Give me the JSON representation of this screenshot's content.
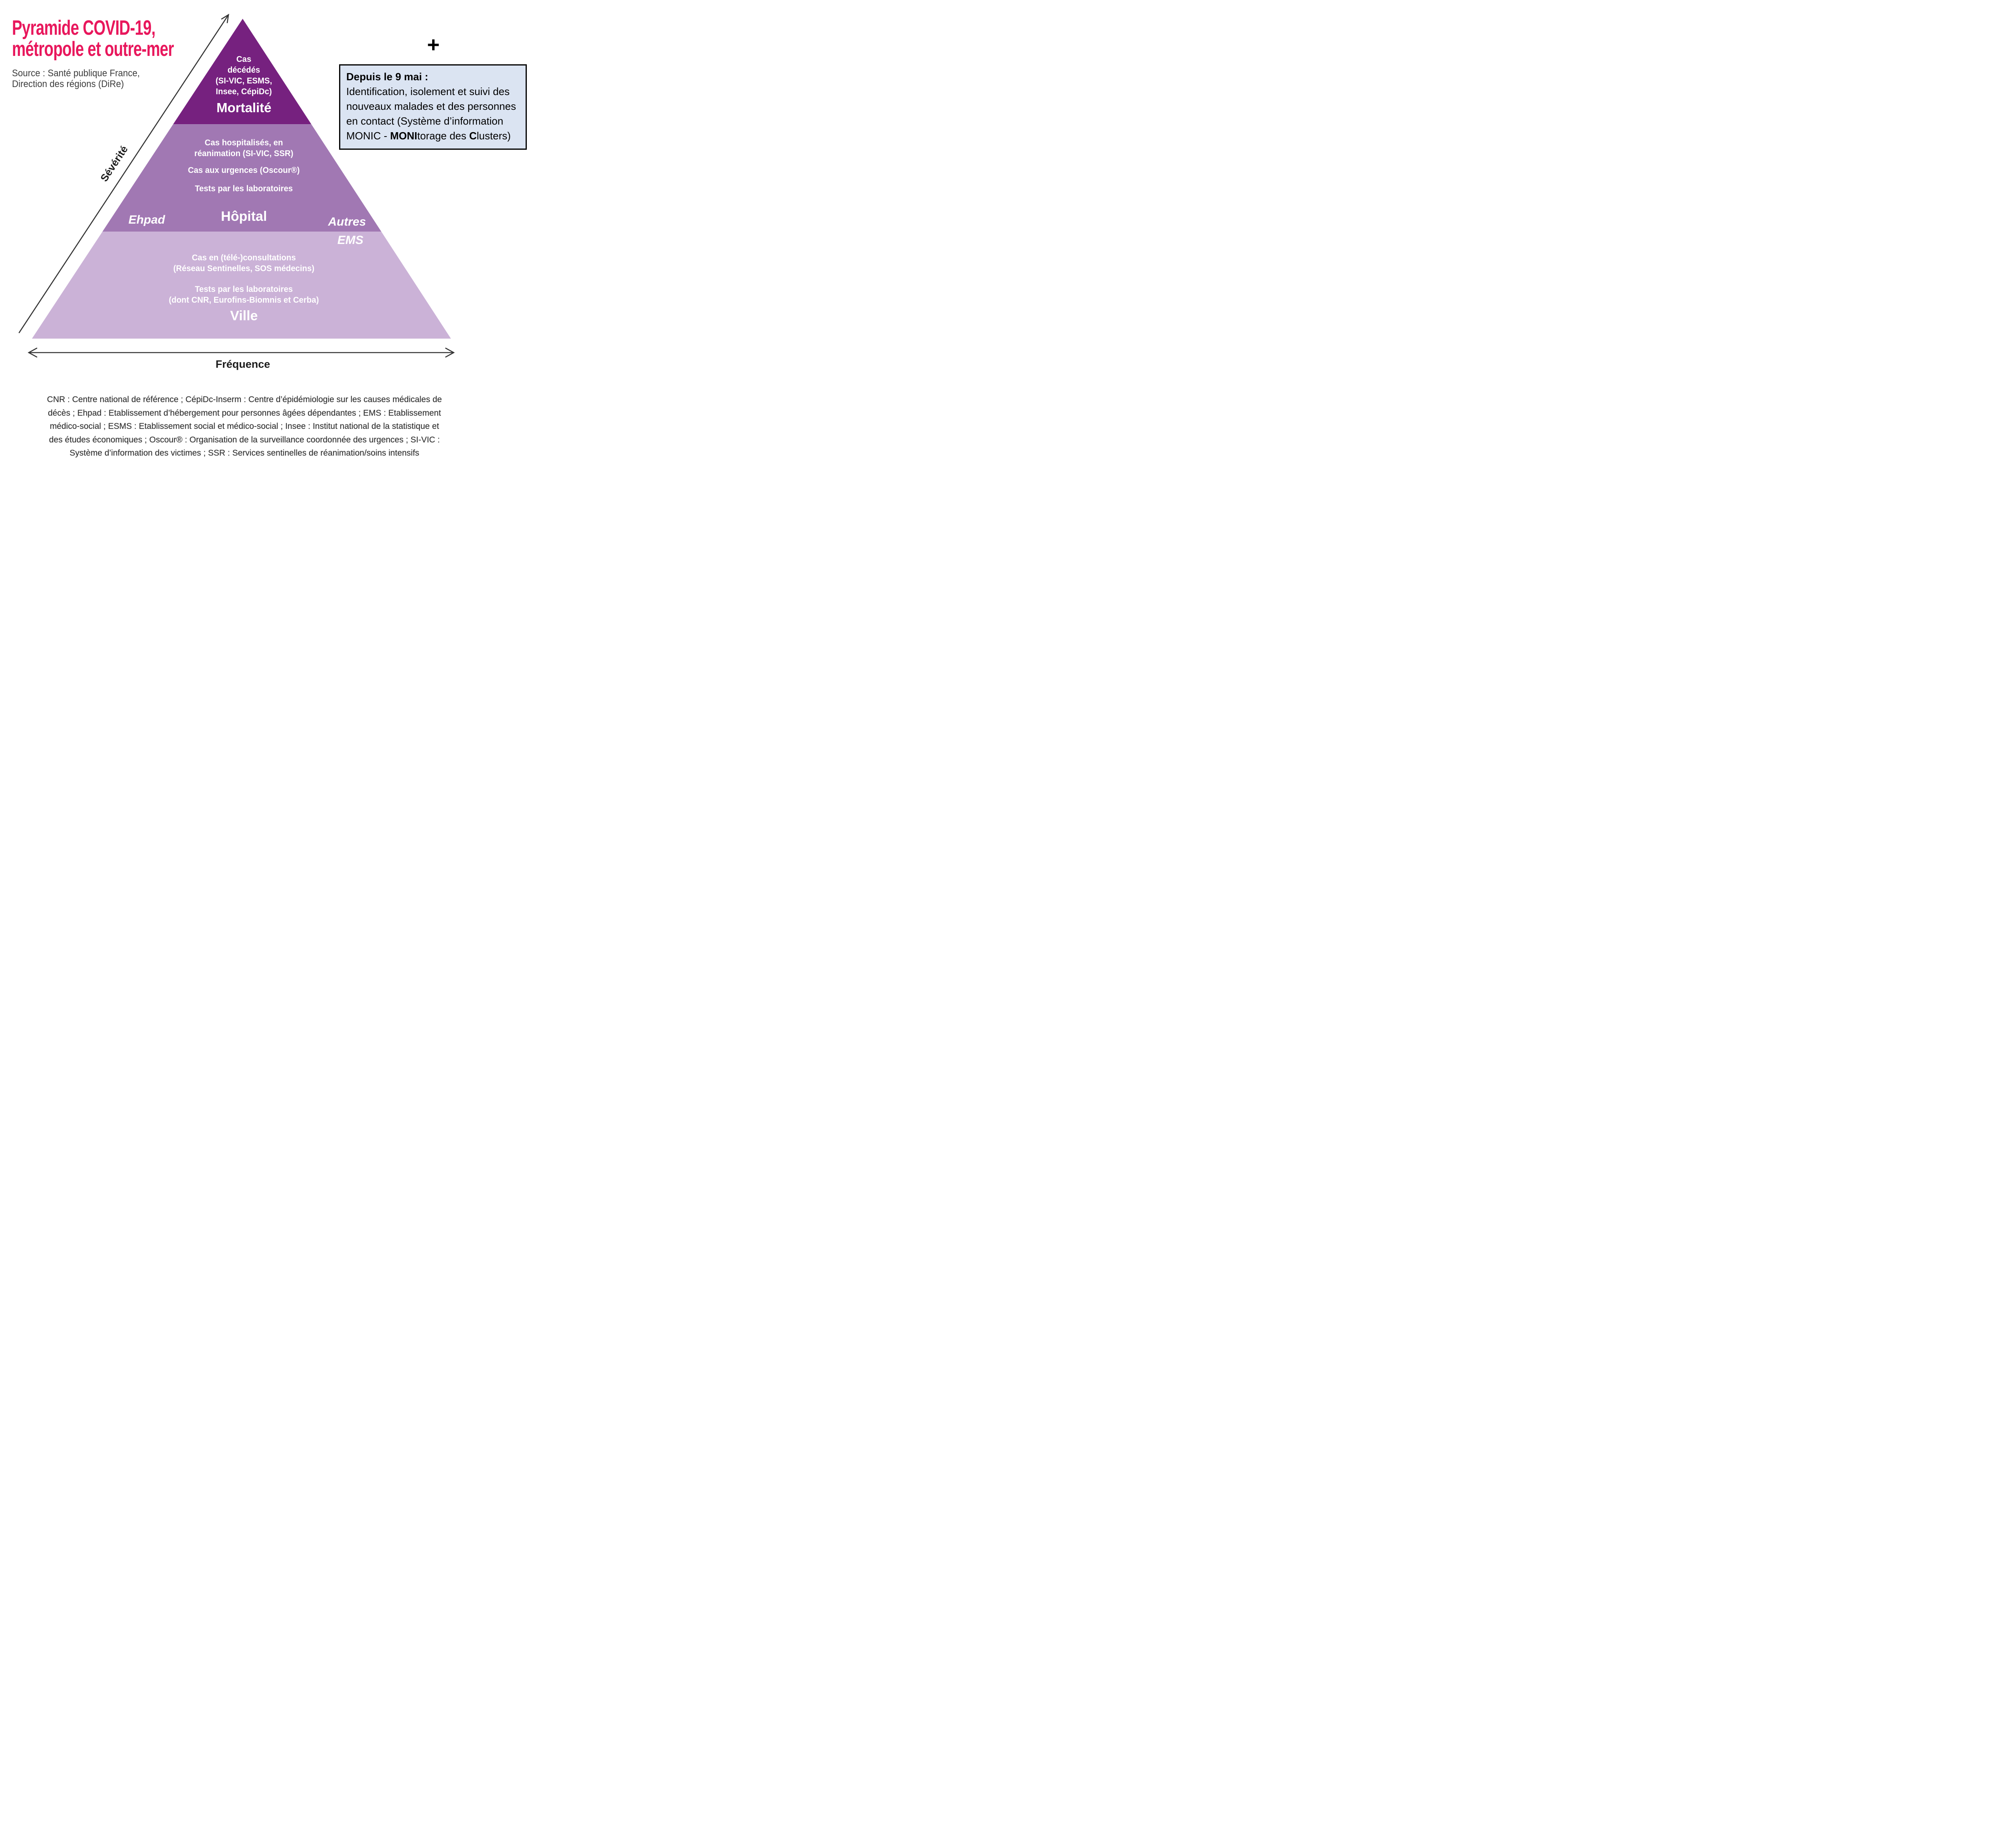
{
  "title": {
    "line1": "Pyramide COVID-19,",
    "line2": "métropole et outre-mer",
    "color": "#e8175c"
  },
  "source": {
    "line1": "Source : Santé publique France,",
    "line2": "Direction des régions (DiRe)"
  },
  "plus_sign": "+",
  "axes": {
    "severity_label": "Sévérité",
    "frequency_label": "Fréquence",
    "arrow_color": "#333333"
  },
  "pyramid": {
    "levels": [
      {
        "name": "mortality",
        "color": "#76217f",
        "case_text": "Cas\ndécédés\n(SI-VIC, ESMS,\nInsee, CépiDc)",
        "label": "Mortalité"
      },
      {
        "name": "hospital",
        "color": "#a178b3",
        "group1": "Cas hospitalisés, en\nréanimation (SI-VIC, SSR)",
        "group2": "Cas aux urgences (Oscour®)",
        "group3": "Tests par les laboratoires",
        "label": "Hôpital"
      },
      {
        "name": "city",
        "color": "#cbb2d7",
        "group1": "Cas en (télé-)consultations\n(Réseau Sentinelles, SOS médecins)",
        "group2": "Tests par les laboratoires\n(dont CNR, Eurofins-Biomnis et Cerba)",
        "label": "Ville"
      }
    ],
    "side_labels": {
      "left": "Ehpad",
      "right_line1": "Autres",
      "right_line2": "EMS"
    }
  },
  "note_box": {
    "background": "#dbe4f2",
    "heading": "Depuis le 9 mai :",
    "line1": "Identification, isolement et suivi des",
    "line2": "nouveaux malades et des personnes",
    "line3": "en contact (Système d’information",
    "line4_parts": {
      "s1": "MONIC - ",
      "s2": "MONI",
      "s3": "torage des ",
      "s4": "C",
      "s5": "lusters)"
    }
  },
  "footer": {
    "lines": [
      "CNR : Centre national de référence ; CépiDc-Inserm : Centre d’épidémiologie sur les causes médicales de",
      "décès ; Ehpad : Etablissement d’hébergement pour personnes âgées dépendantes ; EMS : Etablissement",
      "médico-social ; ESMS : Etablissement social et médico-social ; Insee : Institut national de la statistique et",
      "des études économiques ; Oscour® : Organisation de la surveillance coordonnée des urgences ; SI-VIC :",
      "Système d’information des victimes ; SSR : Services sentinelles de réanimation/soins intensifs"
    ]
  }
}
